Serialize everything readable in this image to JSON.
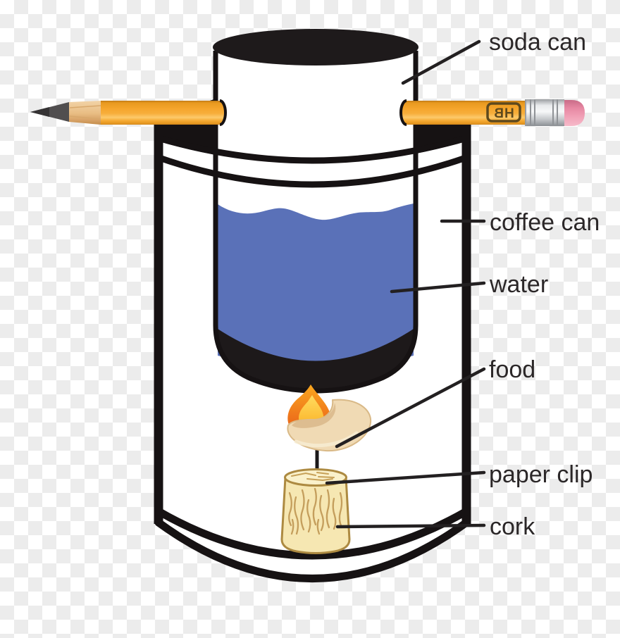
{
  "diagram": {
    "labels": {
      "soda_can": "soda can",
      "coffee_can": "coffee can",
      "water": "water",
      "food": "food",
      "paper_clip": "paper clip",
      "cork": "cork"
    },
    "pencil": {
      "grade_label": "HB"
    },
    "colors": {
      "water_blue": "#5A71B8",
      "pencil_orange": "#F5A52C",
      "eraser_pink": "#EC8FA9",
      "ferrule_silver": "#D9DBDD",
      "flame_orange": "#F0791C",
      "flame_yellow": "#FFC844",
      "food_tan": "#F0DAB4",
      "cork_tan": "#F6E7B2",
      "outline_black": "#161213",
      "label_text": "#2B2728",
      "checker_gray": "#ECECEC",
      "checker_white": "#FFFFFF"
    }
  }
}
